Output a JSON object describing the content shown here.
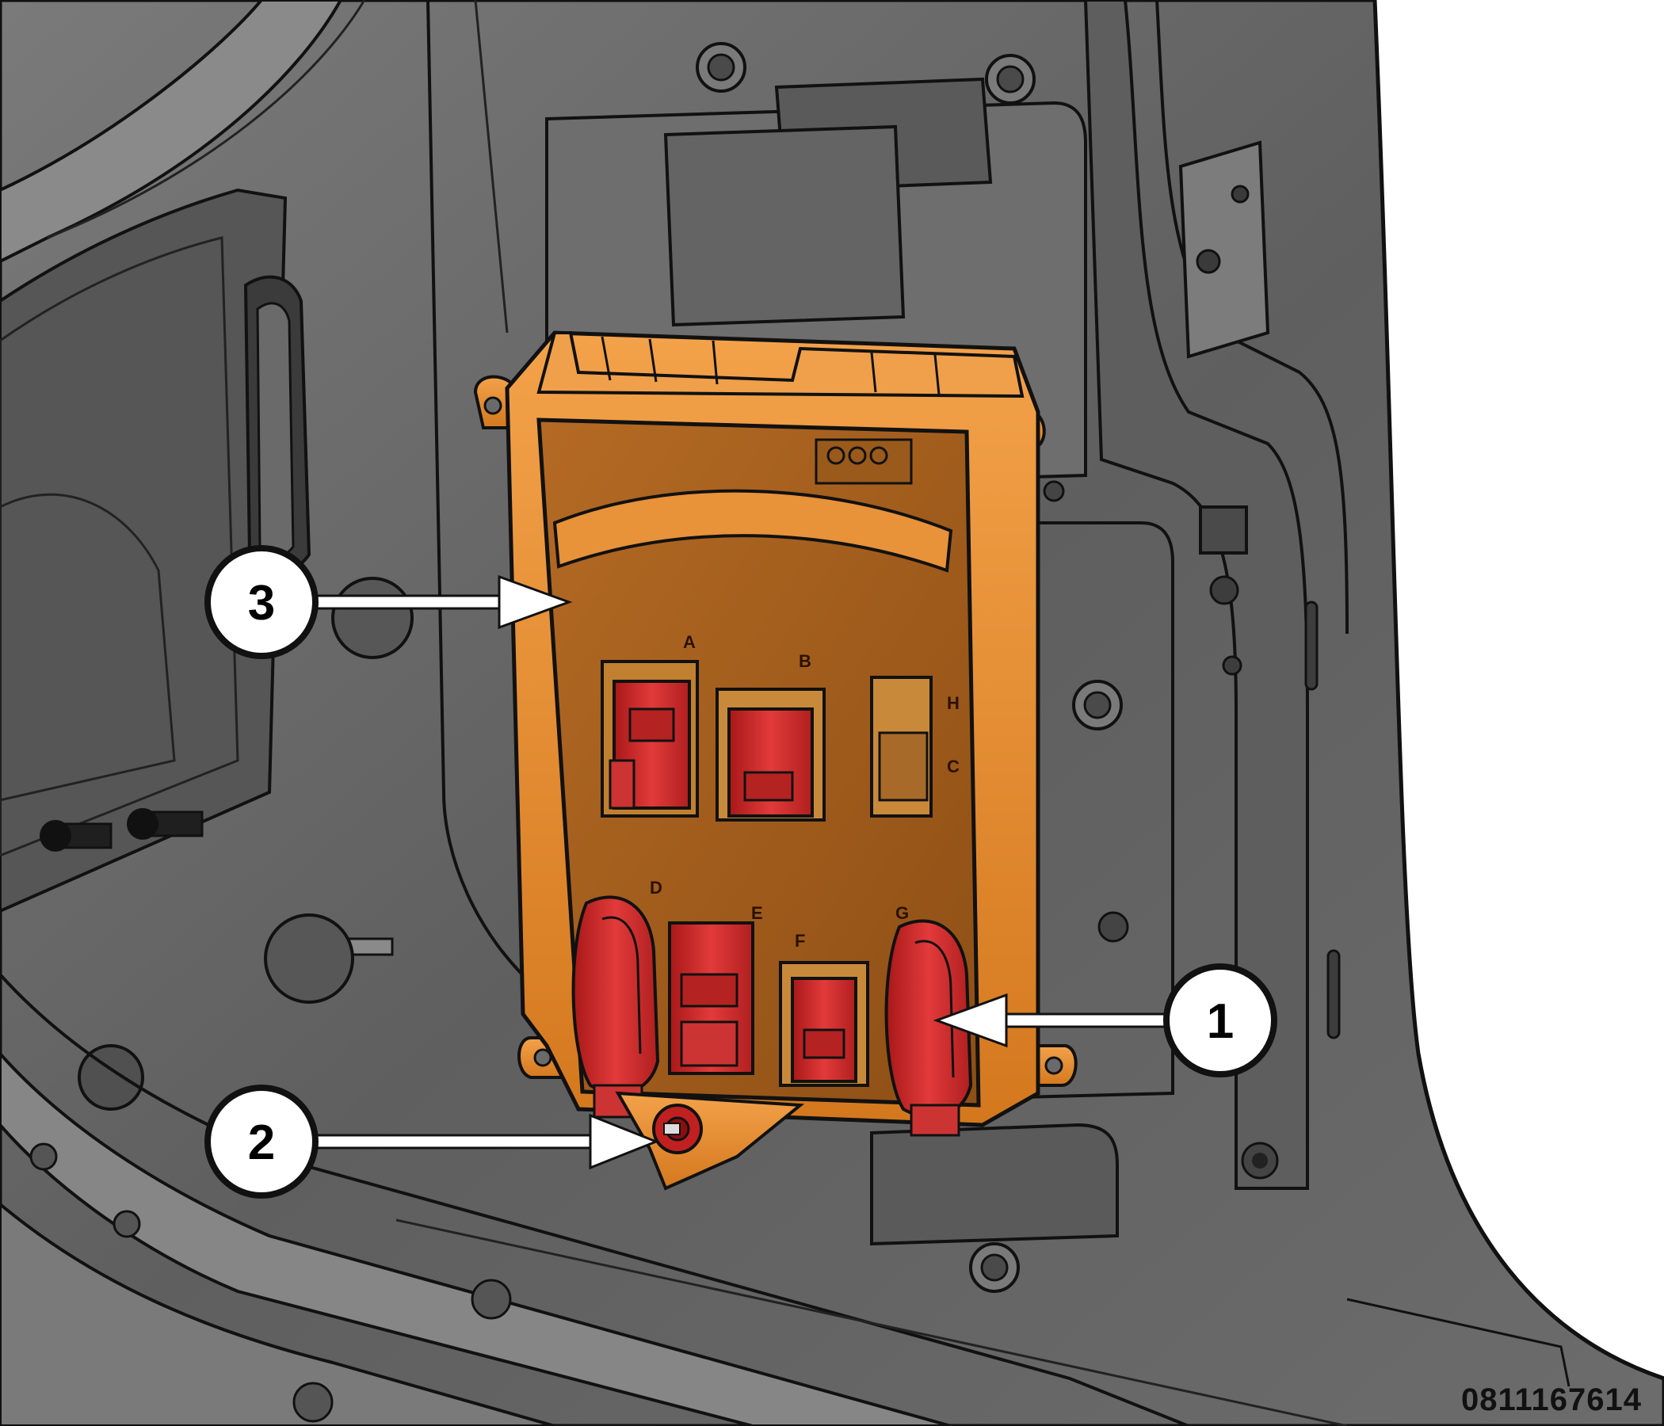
{
  "figure_id": "0811167614",
  "callouts": [
    {
      "number": "1",
      "target": "ground-connector"
    },
    {
      "number": "2",
      "target": "ground-nut"
    },
    {
      "number": "3",
      "target": "body-control-module"
    }
  ],
  "connector_labels": [
    "A",
    "B",
    "H",
    "C",
    "D",
    "E",
    "F",
    "G"
  ],
  "colors": {
    "background_panel": "#6a6a6a",
    "panel_shadow": "#474747",
    "outline": "#111111",
    "module_orange": "#e8923a",
    "module_face": "#a5601f",
    "connector_red": "#d42b2b",
    "callout_fill": "#ffffff"
  }
}
